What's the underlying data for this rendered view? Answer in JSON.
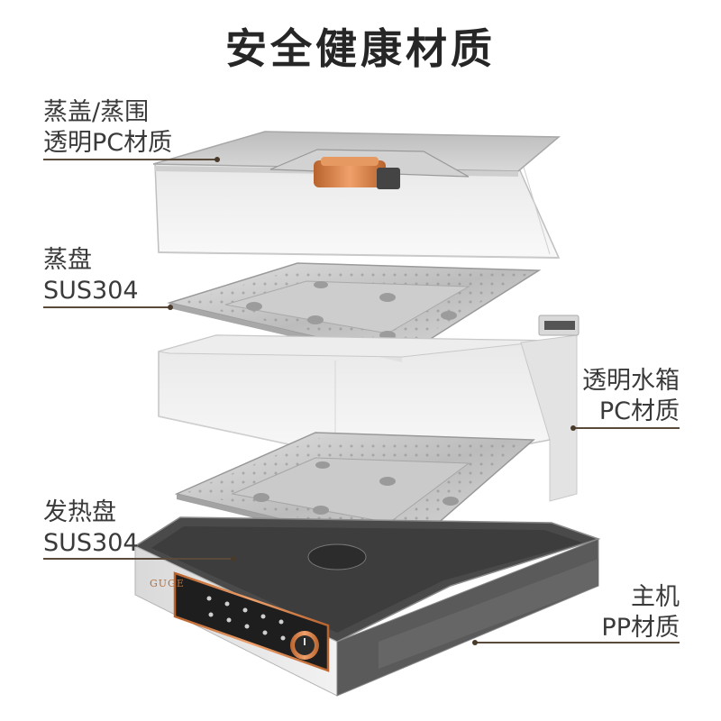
{
  "title": "安全健康材质",
  "labels": {
    "lid": {
      "line1": "蒸盖/蒸围",
      "line2": "透明PC材质"
    },
    "tray": {
      "line1": "蒸盘",
      "line2": "SUS304"
    },
    "tank": {
      "line1": "透明水箱",
      "line2": "PC材质"
    },
    "heater": {
      "line1": "发热盘",
      "line2": "SUS304"
    },
    "base": {
      "line1": "主机",
      "line2": "PP材质"
    }
  },
  "brand": "GUGE",
  "colors": {
    "leader": "#5a4a3a",
    "accent_copper": "#d07a42",
    "steel": "#c8c8c8",
    "clear_pc": "#dcdcdc",
    "base_dark": "#3a3a3a"
  }
}
